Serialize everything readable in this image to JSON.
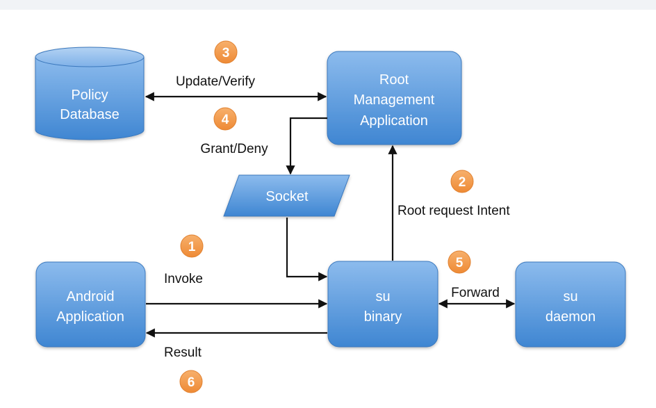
{
  "nodes": {
    "policy_db": {
      "lines": [
        "Policy",
        "Database"
      ]
    },
    "root_app": {
      "lines": [
        "Root",
        "Management",
        "Application"
      ]
    },
    "socket": {
      "lines": [
        "Socket"
      ]
    },
    "android_app": {
      "lines": [
        "Android",
        "Application"
      ]
    },
    "su_binary": {
      "lines": [
        "su",
        "binary"
      ]
    },
    "su_daemon": {
      "lines": [
        "su",
        "daemon"
      ]
    }
  },
  "edges": {
    "update_verify": "Update/Verify",
    "grant_deny": "Grant/Deny",
    "root_request": "Root request Intent",
    "invoke": "Invoke",
    "forward": "Forward",
    "result": "Result"
  },
  "steps": {
    "s1": "1",
    "s2": "2",
    "s3": "3",
    "s4": "4",
    "s5": "5",
    "s6": "6"
  },
  "colors": {
    "box_top": "#8cbbed",
    "box_bottom": "#3f86d2",
    "box_stroke": "#3a78bd",
    "badge": "#f39a4d",
    "arrow": "#111111"
  }
}
